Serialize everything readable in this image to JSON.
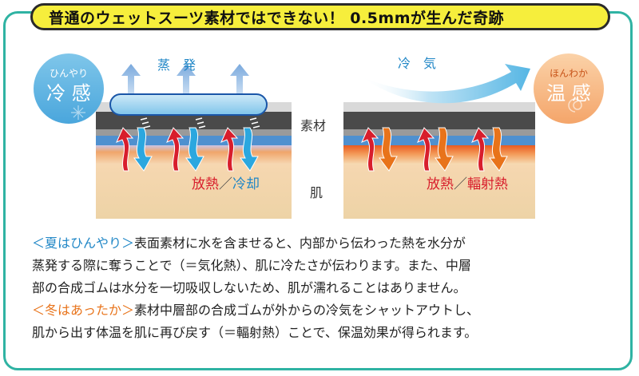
{
  "title": "普通のウェットスーツ素材ではできない！ 0.5mmが生んだ奇跡",
  "left_panel": {
    "badge_ruby": "ひんやり",
    "badge_main": "冷 感",
    "top_label": "蒸　発",
    "bottom_label_a": "放熱",
    "bottom_label_sep": "／",
    "bottom_label_b": "冷却"
  },
  "right_panel": {
    "badge_ruby": "ほんわか",
    "badge_main": "温 感",
    "top_label": "冷　気",
    "bottom_label_a": "放熱",
    "bottom_label_sep": "／",
    "bottom_label_b": "輻射熱"
  },
  "center_labels": {
    "material": "素材",
    "skin": "肌"
  },
  "description": {
    "summer_tag": "＜夏はひんやり＞",
    "summer_text_1": "表面素材に水を含ませると、内部から伝わった熱を水分が",
    "summer_text_2": "蒸発する際に奪うことで（＝気化熱）、肌に冷たさが伝わります。また、中層",
    "summer_text_3": "部の合成ゴムは水分を一切吸収しないため、肌が濡れることはありません。",
    "winter_tag": "＜冬はあったか＞",
    "winter_text_1": "素材中層部の合成ゴムが外からの冷気をシャットアウトし、",
    "winter_text_2": "肌から出す体温を肌に再び戻す（＝輻射熱）ことで、保温効果が得られます。"
  },
  "colors": {
    "frame": "#2fb3a3",
    "title_bg": "#f6ee3c",
    "heat_arrow": "#d81e2c",
    "cool_arrow": "#2ba7df",
    "warm_arrow": "#e8731a",
    "summer_text": "#1f86c6",
    "winter_text": "#e8731a"
  }
}
